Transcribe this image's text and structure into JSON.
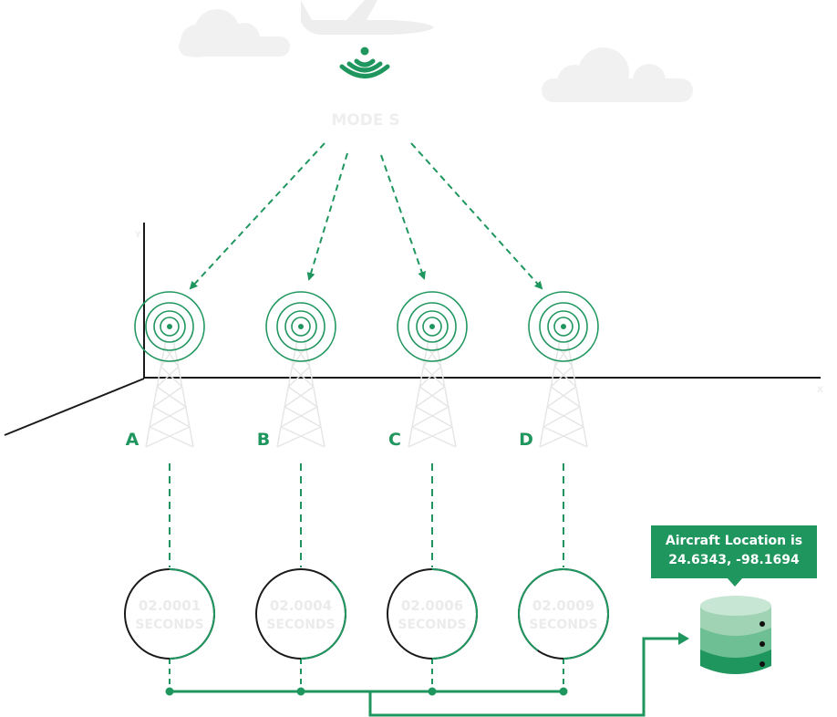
{
  "colors": {
    "accent": "#20965f",
    "accent_light": "#c8e6d4",
    "accent_mid": "#6fbf94",
    "dark": "#1a1a1a",
    "faint": "#f0f0f0"
  },
  "signal": {
    "label": "MODE S"
  },
  "stations": [
    {
      "label": "A",
      "time_value": "02.0001",
      "time_unit": "SECONDS"
    },
    {
      "label": "B",
      "time_value": "02.0004",
      "time_unit": "SECONDS"
    },
    {
      "label": "C",
      "time_value": "02.0006",
      "time_unit": "SECONDS"
    },
    {
      "label": "D",
      "time_value": "02.0009",
      "time_unit": "SECONDS"
    }
  ],
  "timer_progress": [
    0.5,
    0.62,
    0.5,
    0.1
  ],
  "result": {
    "line1": "Aircraft Location is",
    "line2": "24.6343, -98.1694"
  },
  "icons": [
    "airplane-icon",
    "wifi-signal-icon",
    "cloud-icon",
    "radio-tower-icon",
    "database-icon"
  ]
}
